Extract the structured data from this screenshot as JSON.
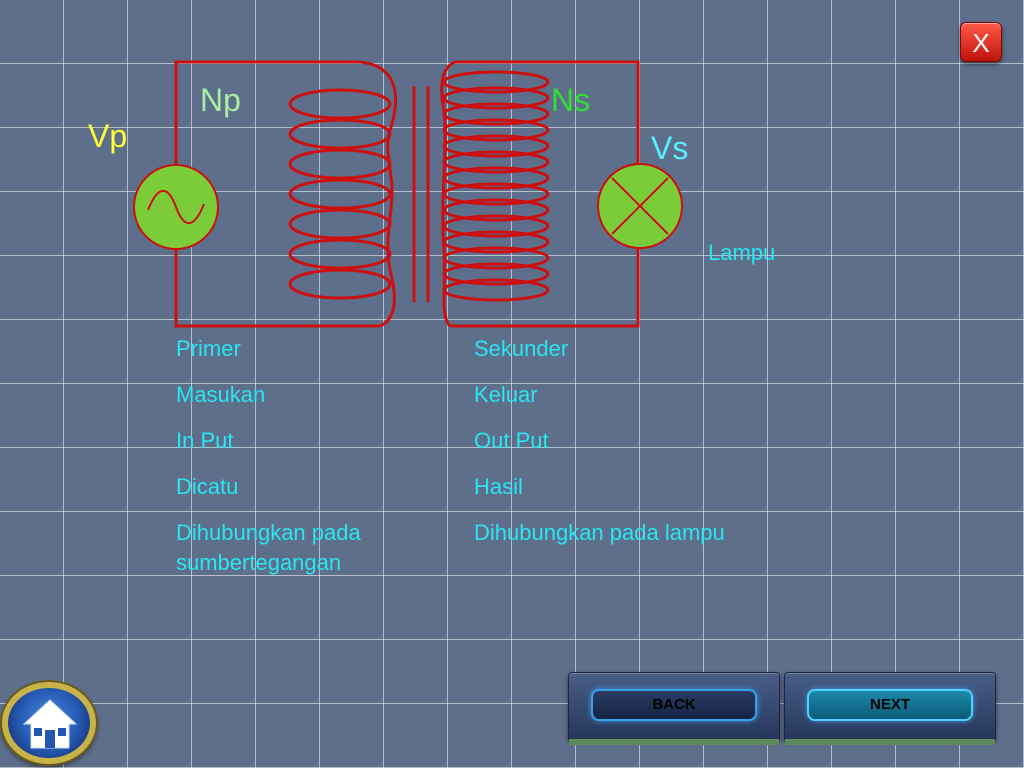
{
  "diagram": {
    "label_np": "Np",
    "label_ns": "Ns",
    "label_vp": "Vp",
    "label_vs": "Vs",
    "label_lampu": "Lampu"
  },
  "primary_column": [
    "Primer",
    "Masukan",
    "In Put",
    "Dicatu",
    "Dihubungkan pada",
    "sumbertegangan"
  ],
  "secondary_column": [
    "Sekunder",
    "Keluar",
    "Out Put",
    "Hasil",
    "Dihubungkan pada lampu"
  ],
  "buttons": {
    "close_label": "X",
    "back_label": "BACK",
    "next_label": "NEXT"
  },
  "colors": {
    "wire": "#cc1010",
    "source_fill": "#7ccc3a",
    "label_primary": "#a8f0a0",
    "label_secondary": "#33dd33",
    "label_voltage": "#ffff33",
    "label_vs": "#55f0ff",
    "text_cyan": "#29e6f0"
  },
  "icons": {
    "home": "home-icon",
    "ac_source": "ac-source-icon",
    "lamp": "lamp-icon"
  }
}
